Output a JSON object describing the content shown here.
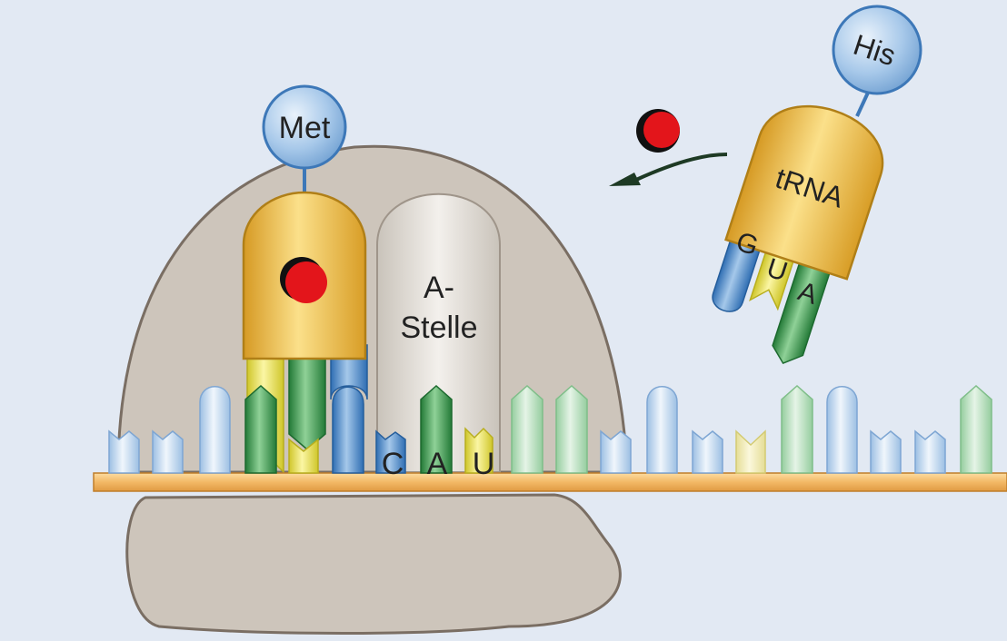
{
  "diagram": {
    "amino_acids": {
      "bound": "Met",
      "incoming": "His"
    },
    "trna_label": "tRNA",
    "a_site_label_line1": "A-",
    "a_site_label_line2": "Stelle",
    "mrna_codon": [
      "C",
      "A",
      "U"
    ],
    "anticodon": [
      "G",
      "U",
      "A"
    ]
  },
  "colors": {
    "background": "#e2e9f3",
    "ribosome": "#cdc5bb",
    "ribosome_outline": "#7a6e63",
    "trna_body": "#f0c04a",
    "amino_acid": "#9cc0e4",
    "mrna_strand": "#f3b866",
    "base_blue": "#4a86c4",
    "base_green": "#3a9a4e",
    "base_yellow": "#e7de46",
    "release_dot": "#e3151b"
  }
}
